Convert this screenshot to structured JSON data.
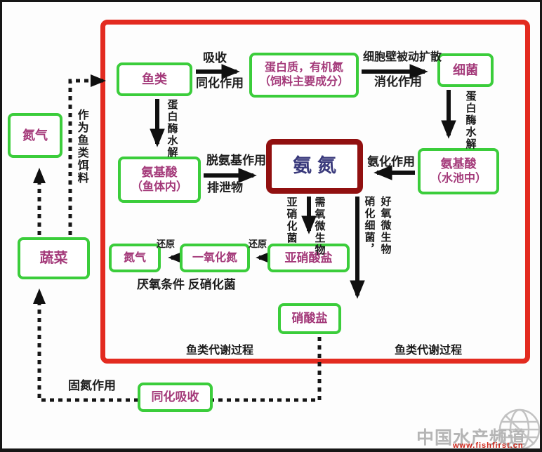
{
  "diagram_title_context": "鱼类代谢过程氮循环示意图",
  "colors": {
    "frame_red": "#e32b20",
    "node_green_border": "#3bcd3b",
    "node_text_magenta": "#a43a7a",
    "ammonia_border_dark_red": "#911010",
    "ammonia_text_navy": "#3a3a7c",
    "label_black": "#1c1c1c",
    "watermark_gray": "#b5b5b5",
    "watermark_url_red": "#cf2318"
  },
  "boxes": {
    "fish": "鱼类",
    "protein_line1": "蛋白质，有机氮",
    "protein_line2": "（饲料主要成分）",
    "bacteria": "细菌",
    "amino_pool_line1": "氨基酸",
    "amino_pool_line2": "（水池中）",
    "ammonia": "氨氮",
    "amino_fish_line1": "氨基酸",
    "amino_fish_line2": "（鱼体内）",
    "n2_outer": "氮气",
    "vegetables": "蔬菜",
    "n2_inner": "氮气",
    "nitric_oxide": "一氧化氮",
    "nitrite": "亚硝酸盐",
    "nitrate": "硝酸盐",
    "assimilation": "同化吸收"
  },
  "labels": {
    "absorb": "吸收",
    "assimilate": "同化作用",
    "cell_wall": "细胞壁被动扩散",
    "digest": "消化作用",
    "protease_fish": "蛋白酶水解",
    "protease_pool": "蛋白酶水解",
    "deamination": "脱氨基作用",
    "excretion": "排泄物",
    "ammonification": "氨化作用",
    "nitroso_bacteria": "亚硝化菌",
    "aerobic_need": "需氧微生物",
    "nitrifying_bacteria": "硝化细菌，",
    "aerobic_good": "好氧微生物",
    "reduce_1": "还原",
    "reduce_2": "还原",
    "anaerobic": "厌氧条件 反硝化菌",
    "process_left": "鱼类代谢过程",
    "process_right": "鱼类代谢过程",
    "fixation": "固氮作用",
    "as_feed": "作为鱼类饵料"
  },
  "watermark": {
    "brand": "中国水产频道",
    "url": "www.fishfirst.cn"
  }
}
